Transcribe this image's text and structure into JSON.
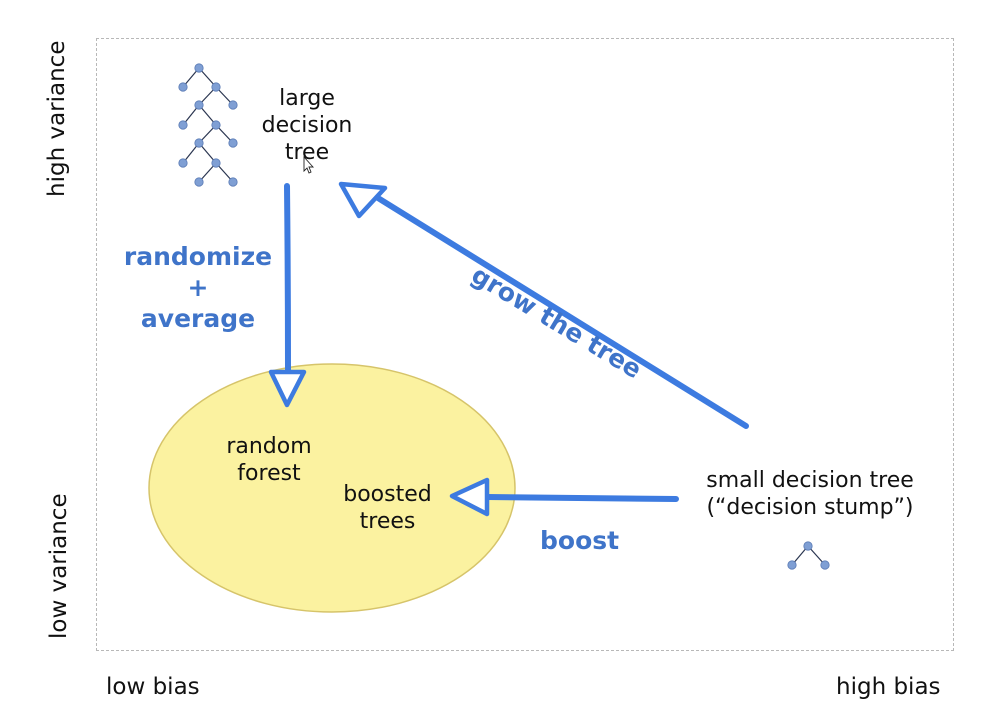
{
  "axes": {
    "y_top": "high variance",
    "y_bottom": "low variance",
    "x_left": "low bias",
    "x_right": "high bias"
  },
  "nodes": {
    "large_tree": [
      "large",
      "decision",
      "tree"
    ],
    "random_forest": [
      "random",
      "forest"
    ],
    "boosted_trees": [
      "boosted",
      "trees"
    ],
    "small_tree": [
      "small decision tree",
      "(“decision stump”)"
    ]
  },
  "edges": {
    "randomize": [
      "randomize",
      "+",
      "average"
    ],
    "grow": "grow the tree",
    "boost": "boost"
  },
  "colors": {
    "arrow": "#3d7be0",
    "arrow_text": "#3f74c9",
    "ellipse_fill": "#fbf2a0",
    "ellipse_stroke": "#d6c46a",
    "tree_node": "#7f9fd4",
    "tree_edge": "#2a3550"
  }
}
